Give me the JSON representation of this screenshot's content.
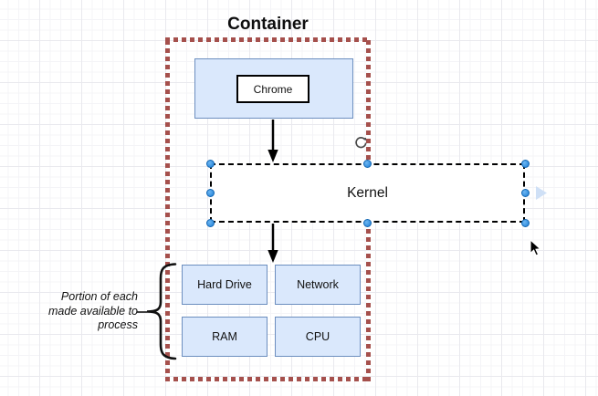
{
  "diagram": {
    "container_label": "Container",
    "nodes": {
      "chrome": "Chrome",
      "kernel": "Kernel",
      "hard_drive": "Hard Drive",
      "network": "Network",
      "ram": "RAM",
      "cpu": "CPU"
    },
    "annotation": {
      "line1": "Portion of each",
      "line2": "made available to",
      "line3": "process"
    },
    "selection": {
      "selected_node": "Kernel",
      "handle_count": 8
    },
    "icons": {
      "rotate": "rotate-handle-icon",
      "chevron": "direction-arrow-right-icon",
      "cursor": "mouse-pointer"
    },
    "colors": {
      "node_fill": "#dae8fc",
      "node_border": "#6c8ebf",
      "container_border": "#a5504c",
      "selection_handle": "#2e90e0",
      "arrow": "#000000",
      "grid_minor": "#f4f4f7",
      "grid_major": "#e9e9ee",
      "chevron_fill": "#cfe0f6"
    }
  }
}
